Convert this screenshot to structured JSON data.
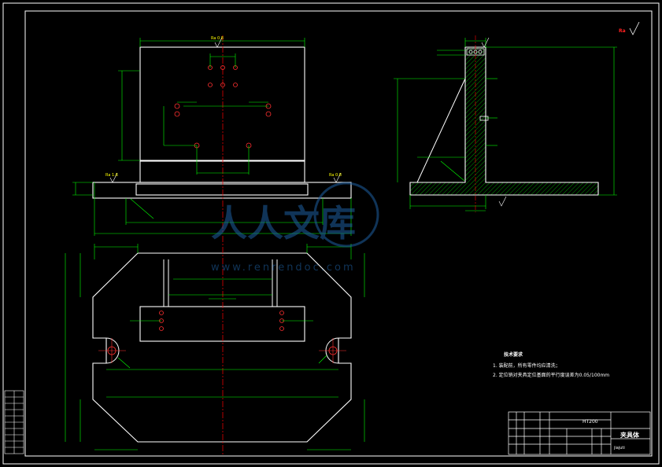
{
  "notes": {
    "title": "技术要求",
    "item1": "1. 装配前，所有零件均应清洗；",
    "item2": "2. 定位销对夹具定位基面的平行度误差为0.05/100mm"
  },
  "title_block": {
    "material": "HT200",
    "part_name": "夹具体",
    "part_name_pinyin": "jiajuti"
  },
  "roughness": {
    "top_right": "Ra",
    "top_dims": [
      "Ra 0.8",
      "Ra 1.6",
      "Ra 0.8"
    ]
  },
  "watermark": {
    "text": "人人文库",
    "url": "www.renrendoc.com"
  },
  "colors": {
    "background": "#000000",
    "outline": "#ffffff",
    "dimension": "#00ff00",
    "centerline": "#ff0000",
    "hatch": "#00ff00",
    "watermark": "#1e5fa0"
  }
}
